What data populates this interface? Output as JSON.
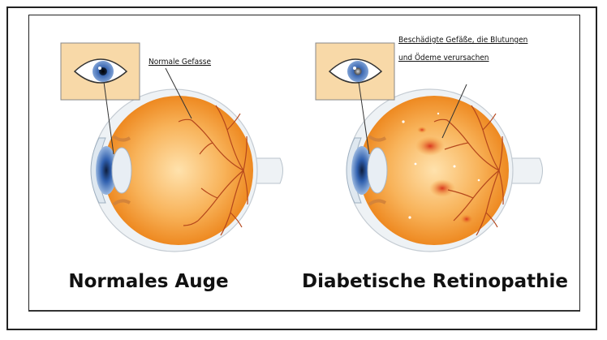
{
  "panels": [
    {
      "caption": "Normales Auge",
      "callout_lines": [
        "Normale Gefasse"
      ]
    },
    {
      "caption": "Diabetische Retinopathie",
      "callout_lines": [
        "Beschädigte Gefäße, die Blutungen",
        "und Ödeme verursachen"
      ]
    }
  ],
  "colors": {
    "eye_orange": "#f39a2c",
    "eye_light": "#ffd59a",
    "sclera": "#eef2f5",
    "iris_blue": "#2f5fae",
    "skin": "#f8d9a8",
    "vessel": "#b5471c",
    "hemorrhage": "#d9371f"
  }
}
